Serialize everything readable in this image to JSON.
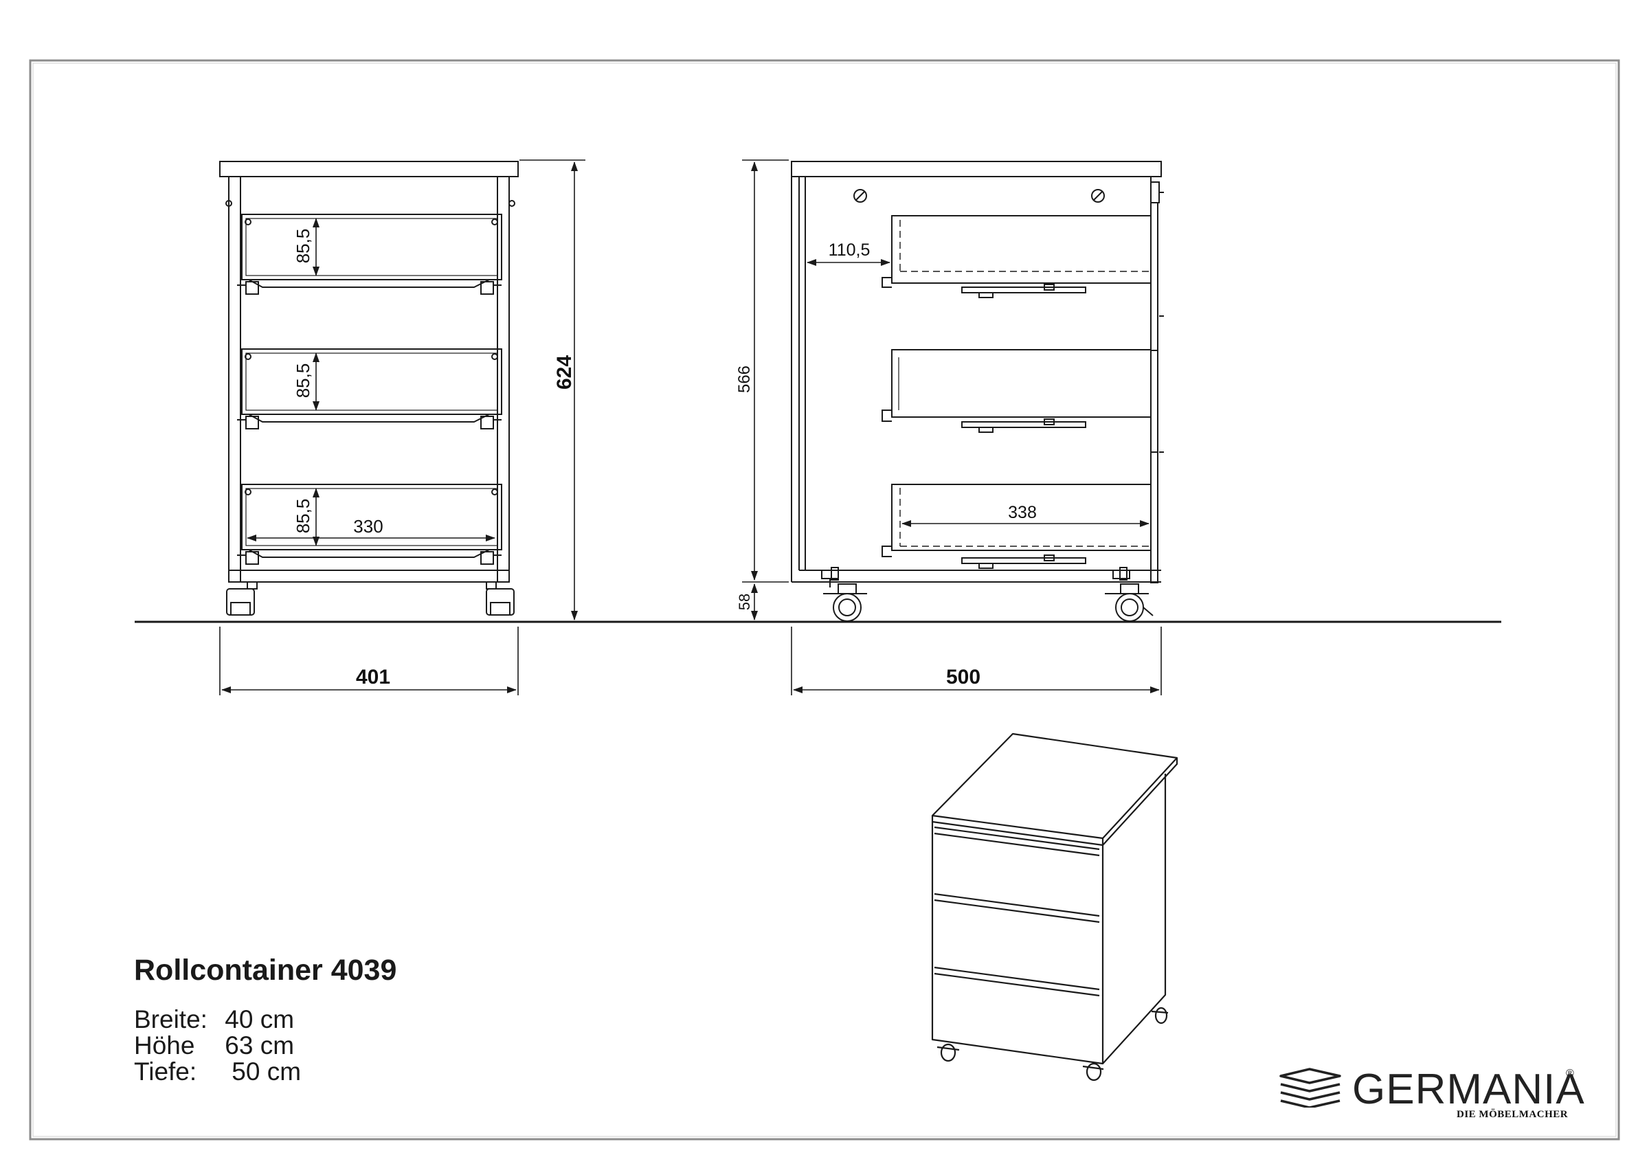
{
  "product": {
    "title": "Rollcontainer 4039",
    "specs": [
      {
        "label": "Breite:",
        "value": "40 cm"
      },
      {
        "label": "Höhe",
        "value": "63 cm"
      },
      {
        "label": "Tiefe:",
        "value": "50 cm"
      }
    ]
  },
  "front_view": {
    "overall_height": "624",
    "overall_width": "401",
    "drawer_height": "85,5",
    "drawer_inner_width": "330"
  },
  "side_view": {
    "body_height": "566",
    "caster_height": "58",
    "overall_depth": "500",
    "drawer_offset": "110,5",
    "drawer_inner_depth": "338"
  },
  "logo": {
    "brand": "GERMANIA",
    "registered": "®",
    "tagline": "DIE MÖBELMACHER"
  },
  "colors": {
    "line": "#1a1a1a",
    "frame": "#8c8c8c"
  }
}
